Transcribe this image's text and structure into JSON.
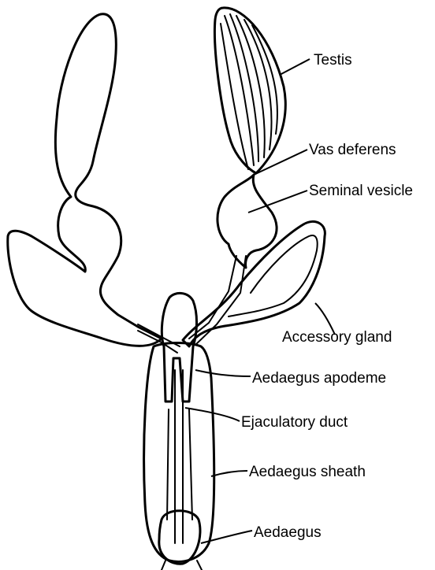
{
  "labels": {
    "testis": "Testis",
    "vas_deferens": "Vas deferens",
    "seminal_vesicle": "Seminal vesicle",
    "accessory_gland": "Accessory gland",
    "aedaegus_apodeme": "Aedaegus apodeme",
    "ejaculatory_duct": "Ejaculatory duct",
    "aedaegus_sheath": "Aedaegus sheath",
    "aedaegus": "Aedaegus"
  },
  "colors": {
    "ink": "#000000",
    "background": "#ffffff"
  }
}
